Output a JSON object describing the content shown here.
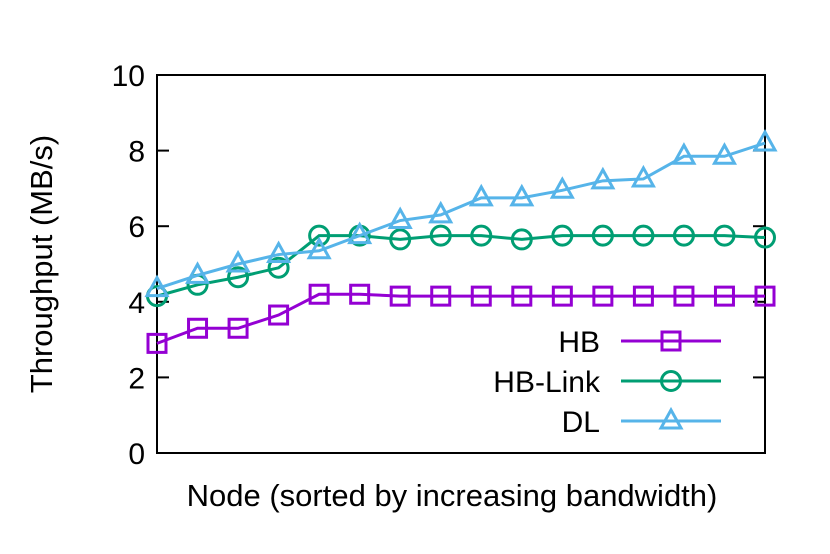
{
  "chart_data": {
    "type": "line",
    "title": "",
    "xlabel": "Node (sorted by increasing bandwidth)",
    "ylabel": "Throughput (MB/s)",
    "ylim": [
      0,
      10
    ],
    "yticks": [
      "0",
      "2",
      "4",
      "6",
      "8",
      "10"
    ],
    "x": [
      1,
      2,
      3,
      4,
      5,
      6,
      7,
      8,
      9,
      10,
      11,
      12,
      13,
      14,
      15,
      16
    ],
    "xlim": [
      1,
      16
    ],
    "grid": false,
    "legend_position": "bottom-right",
    "series": [
      {
        "name": "HB",
        "color": "#9400d3",
        "marker": "square",
        "values": [
          2.9,
          3.3,
          3.3,
          3.65,
          4.2,
          4.2,
          4.15,
          4.15,
          4.15,
          4.15,
          4.15,
          4.15,
          4.15,
          4.15,
          4.15,
          4.15
        ]
      },
      {
        "name": "HB-Link",
        "color": "#009e73",
        "marker": "circle",
        "values": [
          4.15,
          4.45,
          4.65,
          4.9,
          5.75,
          5.75,
          5.65,
          5.75,
          5.75,
          5.65,
          5.75,
          5.75,
          5.75,
          5.75,
          5.75,
          5.7
        ]
      },
      {
        "name": "DL",
        "color": "#56b4e9",
        "marker": "triangle",
        "values": [
          4.35,
          4.7,
          5.0,
          5.25,
          5.35,
          5.75,
          6.15,
          6.3,
          6.75,
          6.75,
          6.95,
          7.2,
          7.25,
          7.85,
          7.85,
          8.2
        ]
      }
    ]
  }
}
